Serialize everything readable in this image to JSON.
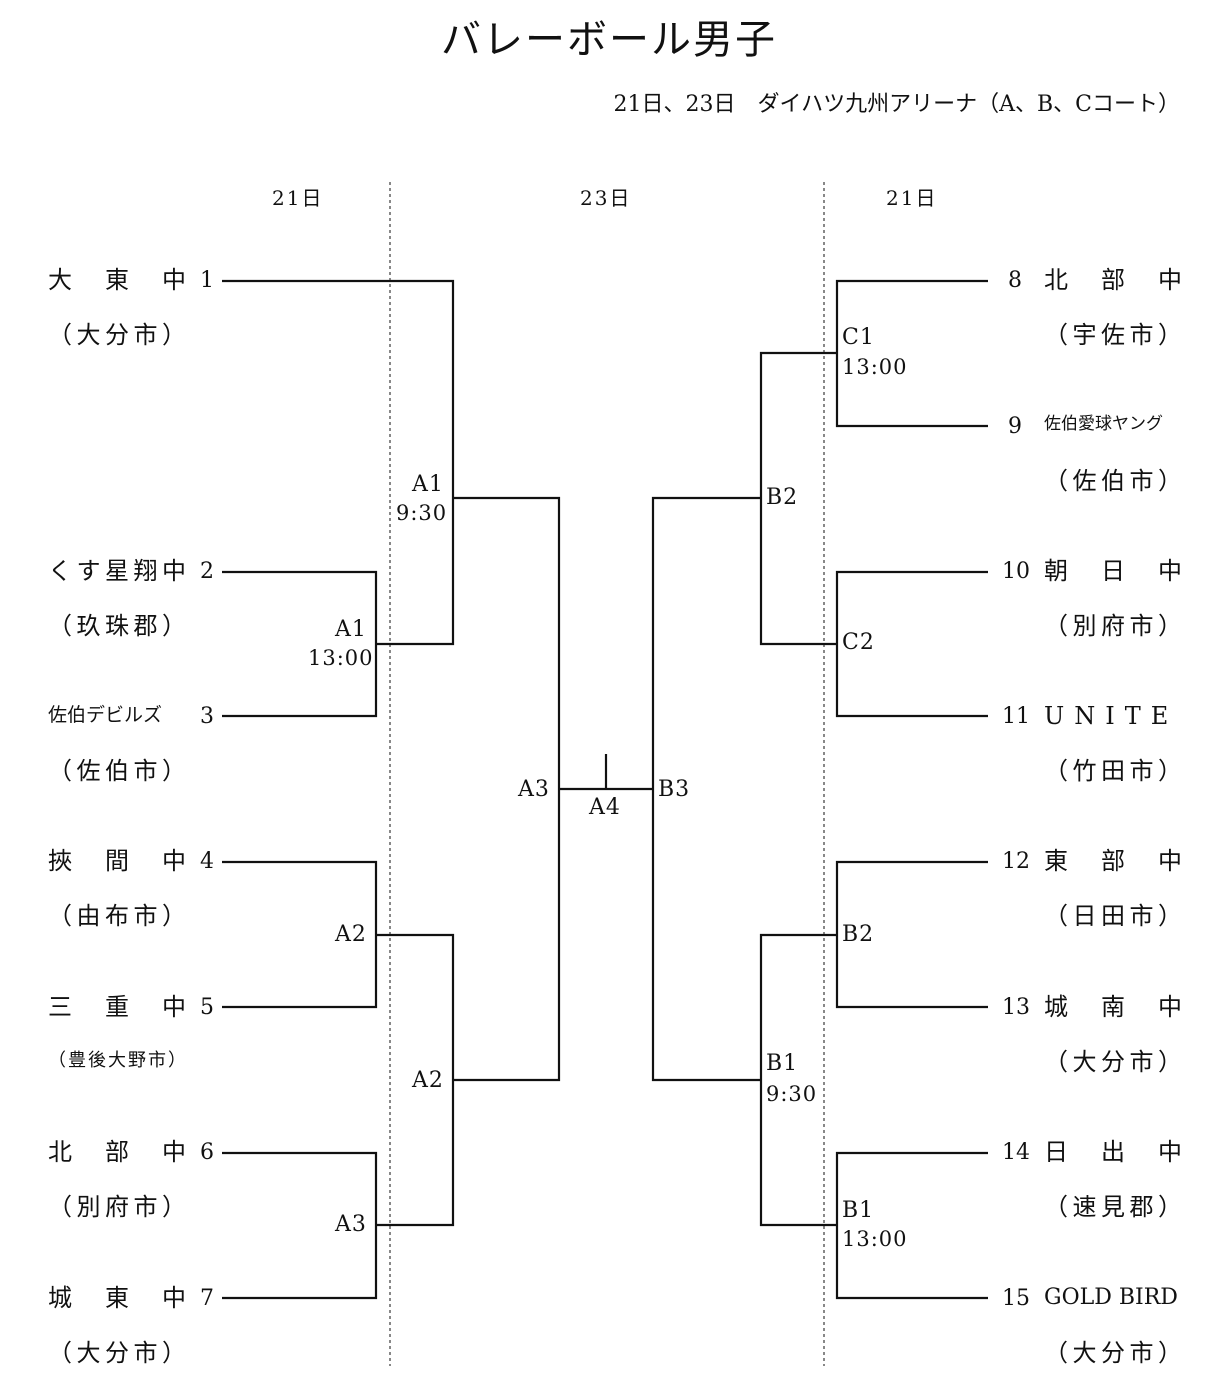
{
  "title": "バレーボール男子",
  "subtitle": "21日、23日　ダイハツ九州アリーナ（A、B、Cコート）",
  "days": {
    "left": "21日",
    "center": "23日",
    "right": "21日"
  },
  "teams": [
    {
      "seed": "1",
      "name": "大　東　中",
      "city": "（大分市）"
    },
    {
      "seed": "2",
      "name": "くす星翔中",
      "city": "（玖珠郡）"
    },
    {
      "seed": "3",
      "name": "佐伯デビルズ",
      "city": "（佐伯市）"
    },
    {
      "seed": "4",
      "name": "挾　間　中",
      "city": "（由布市）"
    },
    {
      "seed": "5",
      "name": "三　重　中",
      "city": "（豊後大野市）"
    },
    {
      "seed": "6",
      "name": "北　部　中",
      "city": "（別府市）"
    },
    {
      "seed": "7",
      "name": "城　東　中",
      "city": "（大分市）"
    },
    {
      "seed": "8",
      "name": "北　部　中",
      "city": "（宇佐市）"
    },
    {
      "seed": "9",
      "name": "佐伯愛球ヤング",
      "city": "（佐伯市）"
    },
    {
      "seed": "10",
      "name": "朝　日　中",
      "city": "（別府市）"
    },
    {
      "seed": "11",
      "name": "UNITE",
      "city": "（竹田市）"
    },
    {
      "seed": "12",
      "name": "東　部　中",
      "city": "（日田市）"
    },
    {
      "seed": "13",
      "name": "城　南　中",
      "city": "（大分市）"
    },
    {
      "seed": "14",
      "name": "日　出　中",
      "city": "（速見郡）"
    },
    {
      "seed": "15",
      "name": "GOLD BIRD",
      "city": "（大分市）"
    }
  ],
  "matches": {
    "a1_left": {
      "court": "A1",
      "time": "13:00"
    },
    "a1_center": {
      "court": "A1",
      "time": "9:30"
    },
    "a2_left": {
      "court": "A2"
    },
    "a2_center": {
      "court": "A2"
    },
    "a3_left": {
      "court": "A3"
    },
    "a3_center": {
      "court": "A3"
    },
    "final": {
      "court": "A4"
    },
    "b3_center": {
      "court": "B3"
    },
    "b2_center": {
      "court": "B2"
    },
    "b1_center": {
      "court": "B1",
      "time": "9:30"
    },
    "c1_right": {
      "court": "C1",
      "time": "13:00"
    },
    "c2_right": {
      "court": "C2"
    },
    "b2_right": {
      "court": "B2"
    },
    "b1_right": {
      "court": "B1",
      "time": "13:00"
    }
  }
}
